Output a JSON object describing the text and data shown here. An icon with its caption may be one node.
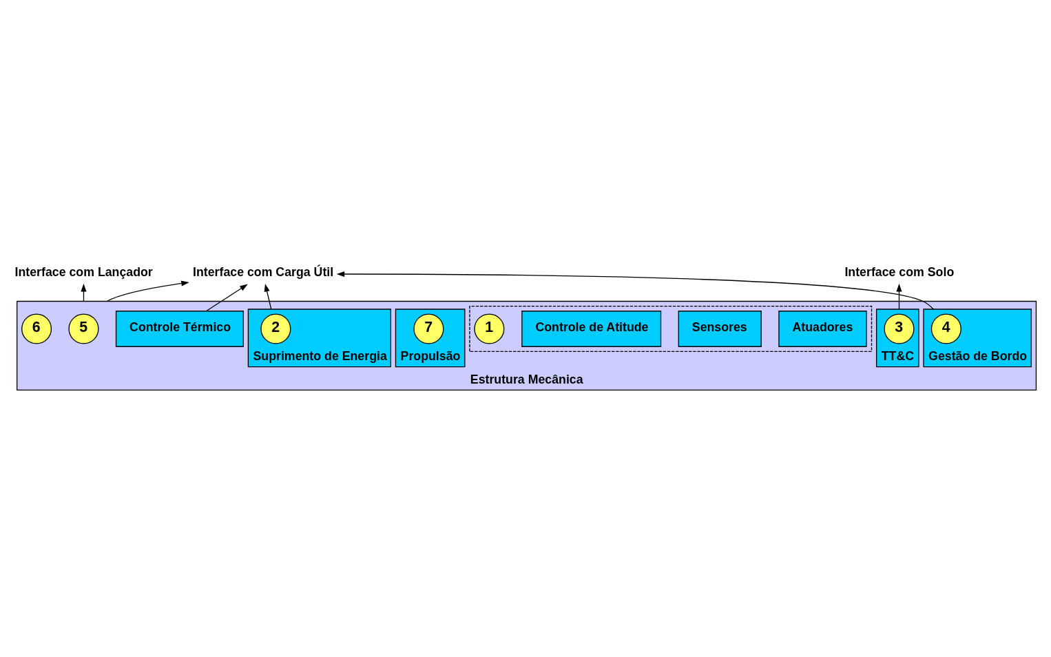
{
  "diagram": {
    "nodes": [
      {
        "text": [
          "Interface com Solo"
        ]
      },
      {
        "text": [
          "Interface com Lançador"
        ]
      },
      {
        "text": [
          "Interface com Carga Útil"
        ]
      },
      {
        "text": [
          "Estrutura Mecânica"
        ]
      },
      {
        "text": [
          "5"
        ],
        "in": 3
      },
      {
        "text": [
          "TT&C"
        ],
        "in": 3
      },
      {
        "text": [
          "3"
        ],
        "in": 5
      },
      {
        "text": [],
        "shape": "box",
        "in": 3
      },
      {
        "text": [
          "Atuadores"
        ],
        "in": 7
      },
      {
        "text": [
          "Sensores"
        ],
        "in": 7
      },
      {
        "text": [
          "Controle de Atitude"
        ],
        "in": 7
      },
      {
        "text": [
          "1"
        ],
        "in": 7
      },
      {
        "text": [
          "Gestão de Bordo"
        ],
        "in": 3
      },
      {
        "text": [
          "4"
        ],
        "in": 12
      },
      {
        "text": [
          "Controle Térmico"
        ],
        "in": 3
      },
      {
        "text": [
          "6"
        ],
        "in": 3
      },
      {
        "text": [
          "Propulsão"
        ],
        "in": 3
      },
      {
        "text": [
          "7"
        ],
        "in": 16
      },
      {
        "text": [
          "Suprimento de Energia"
        ],
        "in": 3
      },
      {
        "text": [
          "2"
        ],
        "in": 18
      }
    ],
    "edges": [
      {
        "from": 5,
        "to": 0,
        "arrow": "to"
      },
      {
        "from": 3,
        "to": 1,
        "arrow": "to"
      },
      {
        "from": 3,
        "to": 2,
        "arrow": "to"
      },
      {
        "from": 12,
        "to": 2,
        "arrow": "to"
      },
      {
        "from": 18,
        "to": 2,
        "arrow": "to"
      },
      {
        "from": 14,
        "to": 2,
        "arrow": "to"
      }
    ]
  }
}
